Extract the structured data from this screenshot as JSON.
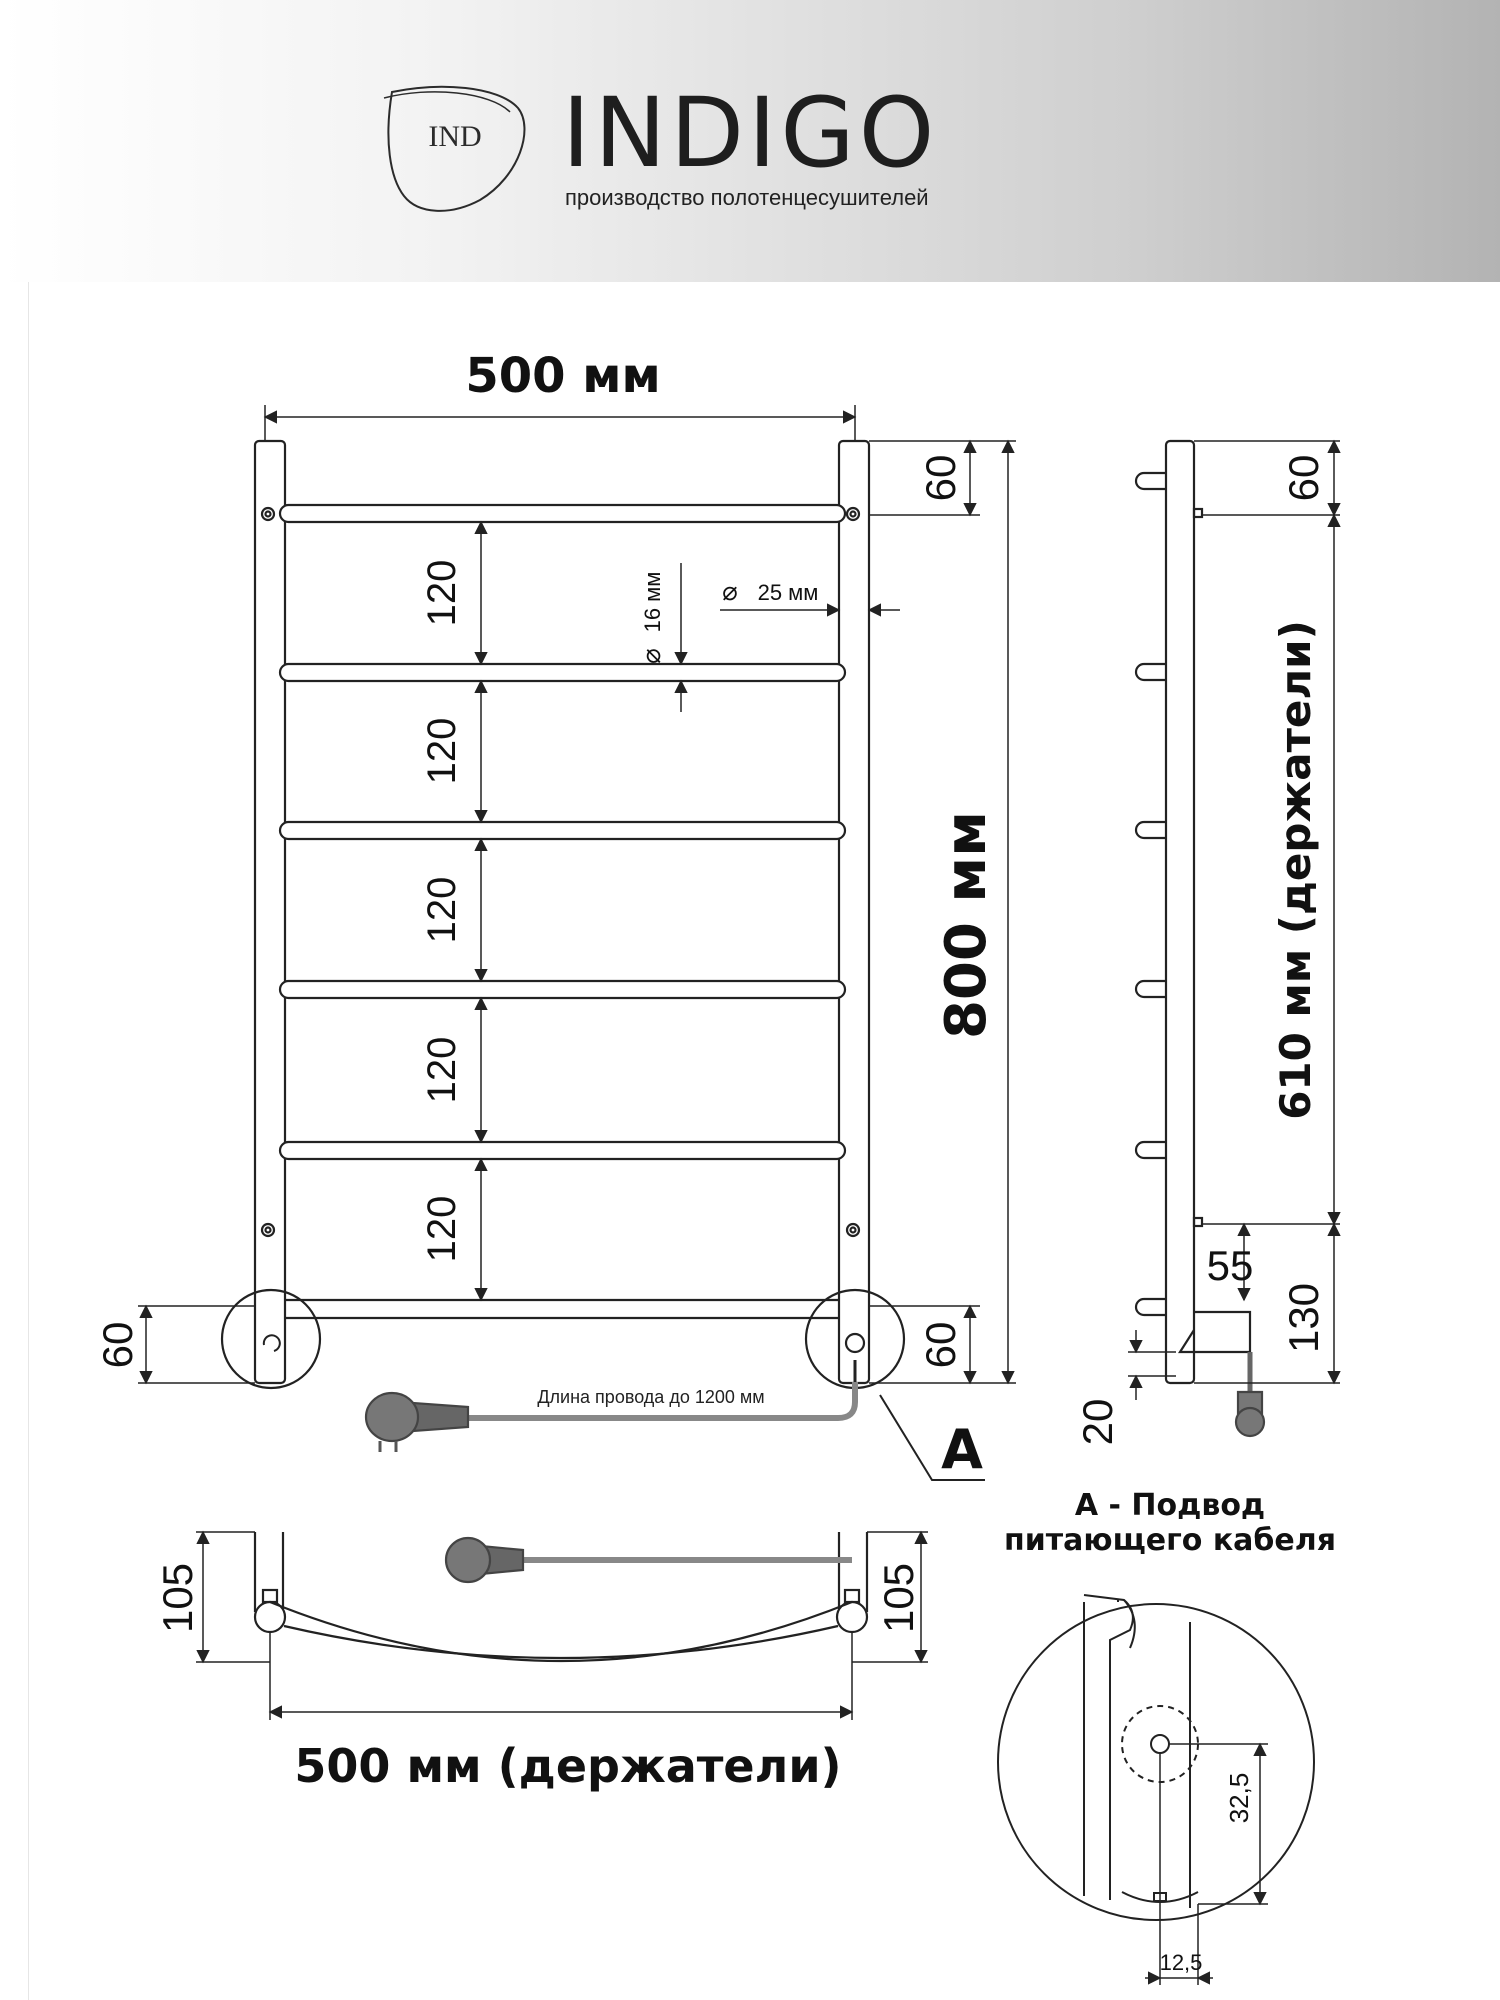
{
  "brand": {
    "logo_mark": "IND",
    "name": "INDIGO",
    "tagline": "производство полотенцесушителей"
  },
  "front_view": {
    "width_label": "500 мм",
    "height_label": "800 мм",
    "top_offset": "60",
    "bottom_offset_left": "60",
    "bottom_offset_right": "60",
    "spacing_labels": [
      "120",
      "120",
      "120",
      "120",
      "120"
    ],
    "rung_diameter": "16 мм",
    "post_diameter": "25 мм",
    "diameter_symbol": "⌀",
    "cable_note": "Длина провода до 1200 мм",
    "detail_marker": "A"
  },
  "side_view": {
    "top_offset": "60",
    "mount_span": "610 мм (держатели)",
    "dim_55": "55",
    "dim_130": "130",
    "dim_20": "20"
  },
  "top_view": {
    "left_depth": "105",
    "right_depth": "105",
    "width_label": "500 мм (держатели)"
  },
  "detail": {
    "title_line1": "A - Подвод",
    "title_line2": "питающего кабеля",
    "dim_vertical": "32,5",
    "dim_horizontal": "12,5"
  }
}
